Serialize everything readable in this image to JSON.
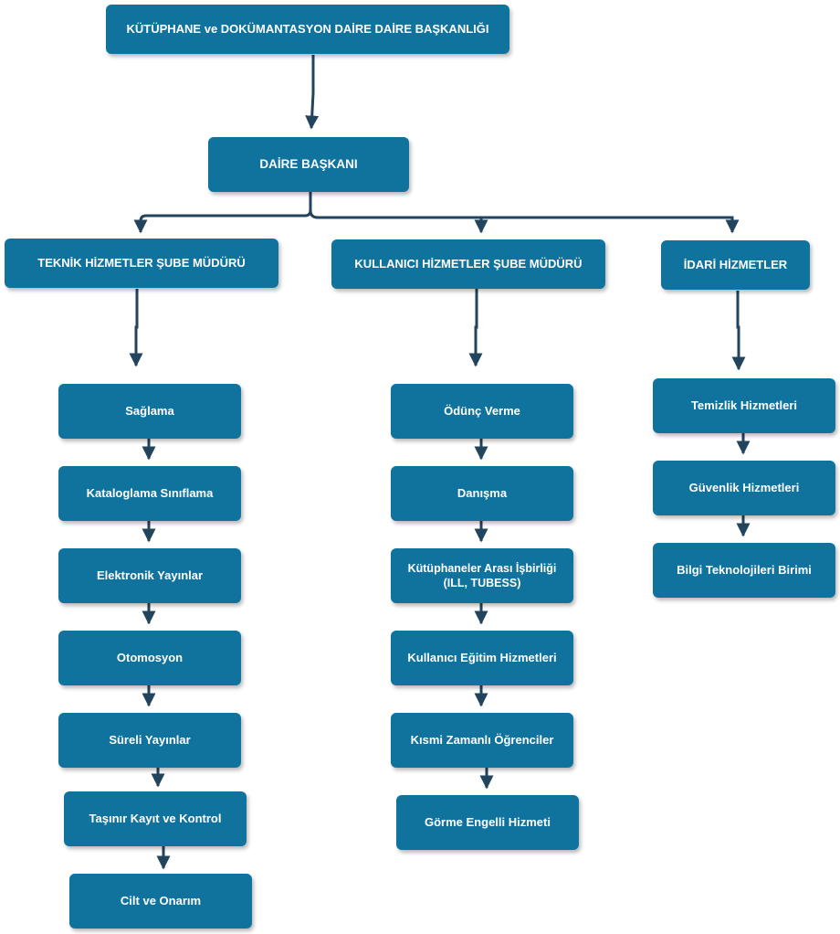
{
  "root": {
    "label": "KÜTÜPHANE ve DOKÜMANTASYON DAİRE DAİRE BAŞKANLIĞI"
  },
  "head": {
    "label": "DAİRE BAŞKANI"
  },
  "branches": [
    {
      "label": "TEKNİK HİZMETLER ŞUBE MÜDÜRÜ",
      "units": [
        "Sağlama",
        "Kataloglama Sınıflama",
        "Elektronik Yayınlar",
        "Otomosyon",
        "Süreli Yayınlar",
        "Taşınır Kayıt ve Kontrol",
        "Cilt ve Onarım"
      ]
    },
    {
      "label": "KULLANICI HİZMETLER ŞUBE MÜDÜRÜ",
      "units": [
        "Ödünç Verme",
        "Danışma",
        "Kütüphaneler Arası İşbirliği (ILL, TUBESS)",
        "Kullanıcı Eğitim Hizmetleri",
        "Kısmi Zamanlı Öğrenciler",
        "Görme Engelli Hizmeti"
      ]
    },
    {
      "label": "İDARİ HİZMETLER",
      "units": [
        "Temizlik Hizmetleri",
        "Güvenlik Hizmetleri",
        "Bilgi Teknolojileri Birimi"
      ]
    }
  ],
  "colors": {
    "box": "#10739e",
    "text": "#ffffff",
    "connector": "#23445d"
  }
}
